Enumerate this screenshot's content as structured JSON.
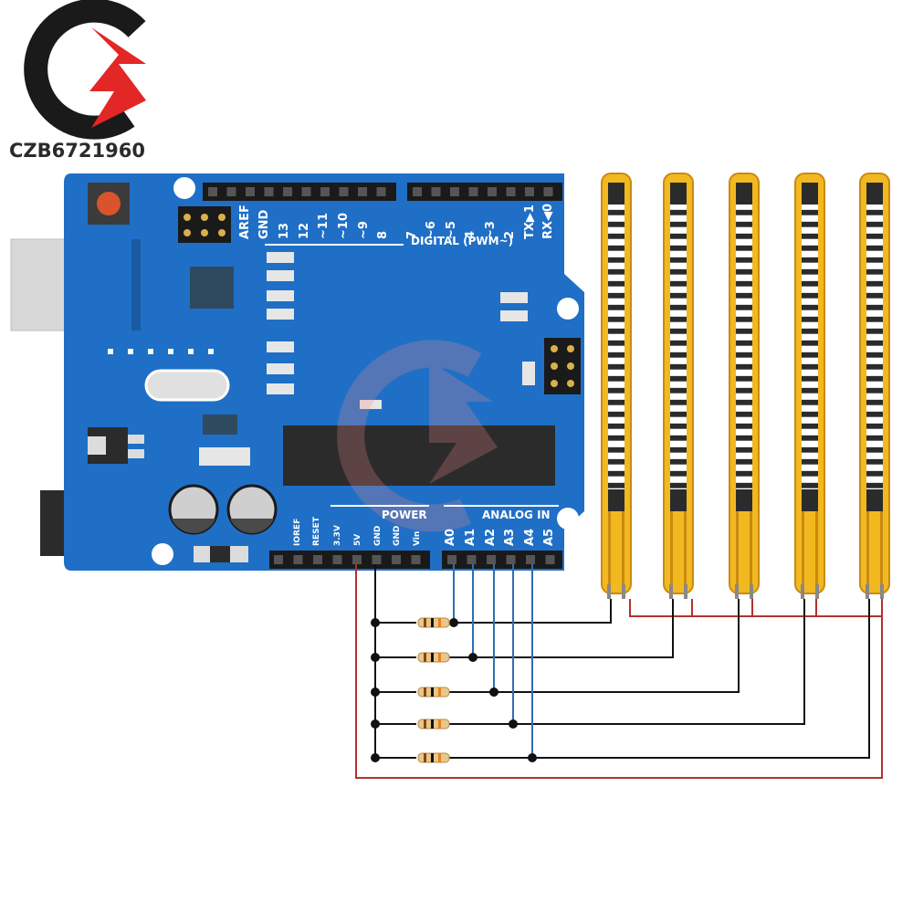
{
  "brand": {
    "text": "CZB6721960",
    "logo_color": "#e32626",
    "ring_color": "#1a1a1a"
  },
  "board": {
    "color": "#1f6fc6",
    "digital_pins": [
      "AREF",
      "GND",
      "13",
      "12",
      "~11",
      "~10",
      "~9",
      "8",
      "7",
      "~6",
      "~5",
      "4",
      "~3",
      "2",
      "TX▶1",
      "RX◀0"
    ],
    "digital_label": "DIGITAL (PWM~)",
    "power_label": "POWER",
    "power_pins": [
      "IOREF",
      "RESET",
      "3.3V",
      "5V",
      "GND",
      "GND",
      "Vin"
    ],
    "analog_label": "ANALOG IN",
    "analog_pins": [
      "A0",
      "A1",
      "A2",
      "A3",
      "A4",
      "A5"
    ]
  },
  "flex_sensors": {
    "count": 5,
    "color": "#f2b820",
    "segment_count": 24
  },
  "resistors": {
    "count": 5
  },
  "wires": {
    "power_color": "#b33131",
    "ground_color": "#111111",
    "signal_color": "#2f6fb0"
  }
}
